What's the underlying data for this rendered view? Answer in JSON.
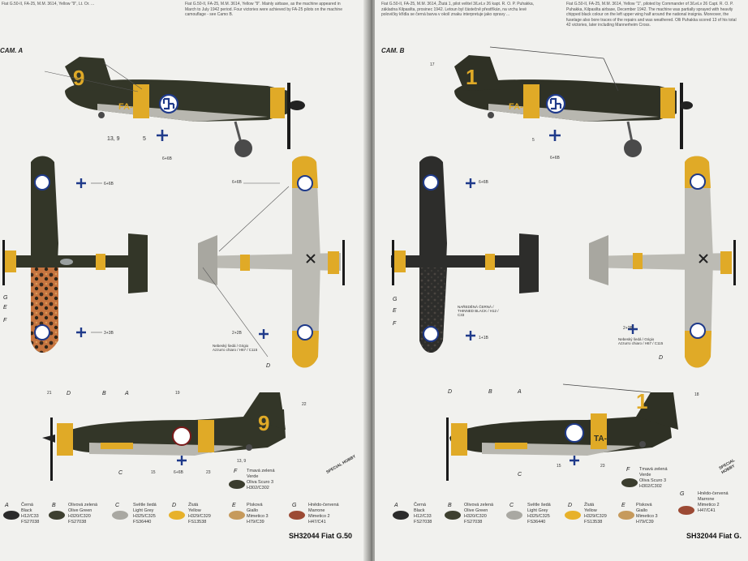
{
  "left": {
    "heading": "CAM. A",
    "captions": [
      "Fiat G.50-II, FA-25, M.M. 3614, Yellow \"9\", Lt. Or. ...",
      "Fiat G.50-II, FA-25, M.M. 3614, Yellow \"9\". Mainly airbase, as the machine appeared in March to July 1942 period. Four victories were achieved by FA-25 pilots on the machine camouflage - see Camo B."
    ],
    "callouts": {
      "c13a": "13, 9",
      "c5a": "5",
      "c68a": "6+6B",
      "c68b": "6+6B",
      "c368": "3+3B",
      "c28": "2+2B",
      "c_note": "Nebeský šedá / Grigio Azzurro chiaro / H67 / C115",
      "G": "G",
      "E": "E",
      "F": "F",
      "D": "D",
      "c21": "21",
      "cD": "D",
      "cB": "B",
      "cA": "A",
      "c19": "19",
      "c22": "22",
      "cC": "C",
      "c15": "15",
      "c68c": "6+6B",
      "c23": "23",
      "c139": "13, 9"
    },
    "aircraft_code": "FA-2",
    "fin_number": "9",
    "colors": [
      {
        "letter": "A",
        "name": "Černá\nBlack\nH12/C33\nFS27038",
        "hex": "#2b2b2b"
      },
      {
        "letter": "B",
        "name": "Olivová zelená\nOlive Green\nH320/C320\nFS27038",
        "hex": "#3e4030"
      },
      {
        "letter": "C",
        "name": "Světle šedá\nLight Grey\nH325/C325\nFS36440",
        "hex": "#a9a8a2"
      },
      {
        "letter": "D",
        "name": "Žlutá\nYellow\nH329/C329\nFS13538",
        "hex": "#e7b12a"
      },
      {
        "letter": "E",
        "name": "Písková\nGiallo\nMimetico 3\nH79/C39",
        "hex": "#c69a5c"
      },
      {
        "letter": "F",
        "name": "Tmavá zelená\nVerde\nOliva Scuro 3\nH302/C302",
        "hex": "#3b3d2e"
      },
      {
        "letter": "G",
        "name": "Hnědo-červená\nMarrone\nMimetico 2\nH47/C41",
        "hex": "#9c4a34"
      }
    ],
    "footer": "SH32044 Fiat G.50",
    "logo": "SPECIAL HOBBY"
  },
  "right": {
    "heading": "CAM. B",
    "captions": [
      "Fiat G.50-II, FA-25, M.M. 3614, Žlutá 1, pilot velitel 3/LeLv 26 kapt. R. O. P. Puhakka, základna Kilpasilta, prosinec 1942. Letoun byl částečně přestříkán, na vrchu levé polovičky křídla se černá barva v okolí znaku interpretuje jako opravy ...",
      "Fiat G.50-II, FA-25, M.M. 3614, Yellow \"1\", piloted by Commander of 3/LeLv 26 Capt. R. O. P. Puhakka, Kilpasilta airbase, December 1942. The machine was partially sprayed with heavily chipped black colour on the left upper wing half around the national insignia. Moreover, the fuselage also bore traces of the repairs and was weathered. Olli Puhakka scored 13 of his total 42 victories, later including Mannerheim Cross."
    ],
    "callouts": {
      "c17": "17",
      "c5": "5",
      "c68a": "6+6B",
      "c68b": "6+6B",
      "c18": "1+1B",
      "c28": "2+2B",
      "note1": "Nebeský šedá / Grigio Azzurro chiaro / H67 / C115",
      "note2": "NAŘEDĚNÁ ČERNÁ / THINNED BLACK / H12 / C33",
      "G": "G",
      "E": "E",
      "F": "F",
      "D": "D",
      "c18b": "18",
      "cD": "D",
      "cB": "B",
      "cA": "A",
      "cC": "C",
      "c15": "15",
      "c23": "23"
    },
    "aircraft_code": "FA-25",
    "fin_number": "1",
    "colors": [
      {
        "letter": "A",
        "name": "Černá\nBlack\nH12/C33\nFS27038",
        "hex": "#2b2b2b"
      },
      {
        "letter": "B",
        "name": "Olivová zelená\nOlive Green\nH320/C320\nFS27038",
        "hex": "#3e4030"
      },
      {
        "letter": "C",
        "name": "Světle šedá\nLight Grey\nH325/C325\nFS36440",
        "hex": "#a9a8a2"
      },
      {
        "letter": "D",
        "name": "Žlutá\nYellow\nH329/C329\nFS13538",
        "hex": "#e7b12a"
      },
      {
        "letter": "E",
        "name": "Písková\nGiallo\nMimetico 3\nH79/C39",
        "hex": "#c69a5c"
      },
      {
        "letter": "F",
        "name": "Tmavá zelená\nVerde\nOliva Scuro 3\nH302/C302",
        "hex": "#3b3d2e"
      },
      {
        "letter": "G",
        "name": "Hnědo-červená\nMarrone\nMimetico 2\nH47/C41",
        "hex": "#9c4a34"
      }
    ],
    "footer": "SH32044 Fiat G.",
    "logo": "SPECIAL HOBBY"
  }
}
